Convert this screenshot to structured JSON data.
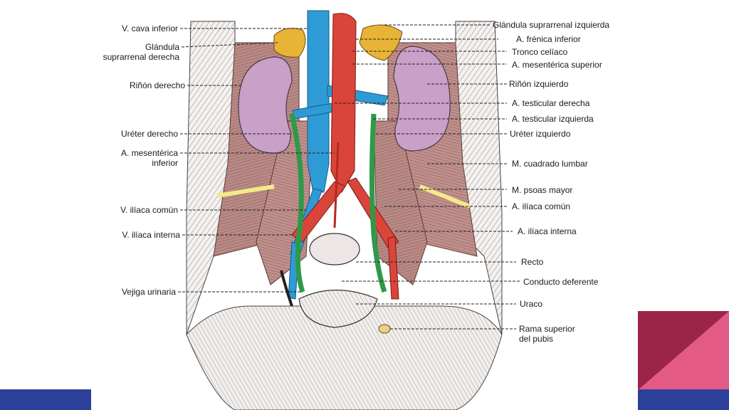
{
  "labels_left": [
    {
      "key": "v_cava_inferior",
      "text": "V. cava inferior"
    },
    {
      "key": "glandula_suprarrenal_derecha",
      "lines": [
        "Glándula",
        "suprarrenal derecha"
      ]
    },
    {
      "key": "rinon_derecho",
      "text": "Riñón derecho"
    },
    {
      "key": "ureter_derecho",
      "text": "Uréter derecho"
    },
    {
      "key": "a_mesenterica_inferior",
      "lines": [
        "A. mesentérica",
        "inferior"
      ]
    },
    {
      "key": "v_iliaca_comun",
      "text": "V. ilíaca común"
    },
    {
      "key": "v_iliaca_interna",
      "text": "V. ilíaca interna"
    },
    {
      "key": "vejiga_urinaria",
      "text": "Vejiga urinaria"
    }
  ],
  "labels_right": [
    {
      "key": "glandula_suprarrenal_izquierda",
      "text": "Glándula suprarrenal izquierda"
    },
    {
      "key": "a_frenica_inferior",
      "text": "A. frénica inferior"
    },
    {
      "key": "tronco_celiaco",
      "text": "Tronco celíaco"
    },
    {
      "key": "a_mesenterica_superior",
      "text": "A. mesentérica superior"
    },
    {
      "key": "rinon_izquierdo",
      "text": "Riñón izquierdo"
    },
    {
      "key": "a_testicular_derecha",
      "text": "A. testicular derecha"
    },
    {
      "key": "a_testicular_izquierda",
      "text": "A. testicular izquierda"
    },
    {
      "key": "ureter_izquierdo",
      "text": "Uréter izquierdo"
    },
    {
      "key": "m_cuadrado_lumbar",
      "text": "M. cuadrado lumbar"
    },
    {
      "key": "m_psoas_mayor",
      "text": "M. psoas mayor"
    },
    {
      "key": "a_iliaca_comun",
      "text": "A. ilíaca común"
    },
    {
      "key": "a_iliaca_interna",
      "text": "A. ilíaca interna"
    },
    {
      "key": "recto",
      "text": "Recto"
    },
    {
      "key": "conducto_deferente",
      "text": "Conducto deferente"
    },
    {
      "key": "uraco",
      "text": "Uraco"
    },
    {
      "key": "rama_superior_del_pubis",
      "lines": [
        "Rama superior",
        "del pubis"
      ]
    }
  ],
  "colors": {
    "kidney": "#c9a0c8",
    "adrenal": "#e8b437",
    "vein": "#2e9bd6",
    "artery": "#d9453a",
    "ureter": "#2e9a48",
    "muscle": "#b98a86",
    "slide_accent_pink": "#e45a86",
    "slide_accent_maroon": "#9b2449",
    "slide_accent_navy": "#2c3f9a"
  }
}
